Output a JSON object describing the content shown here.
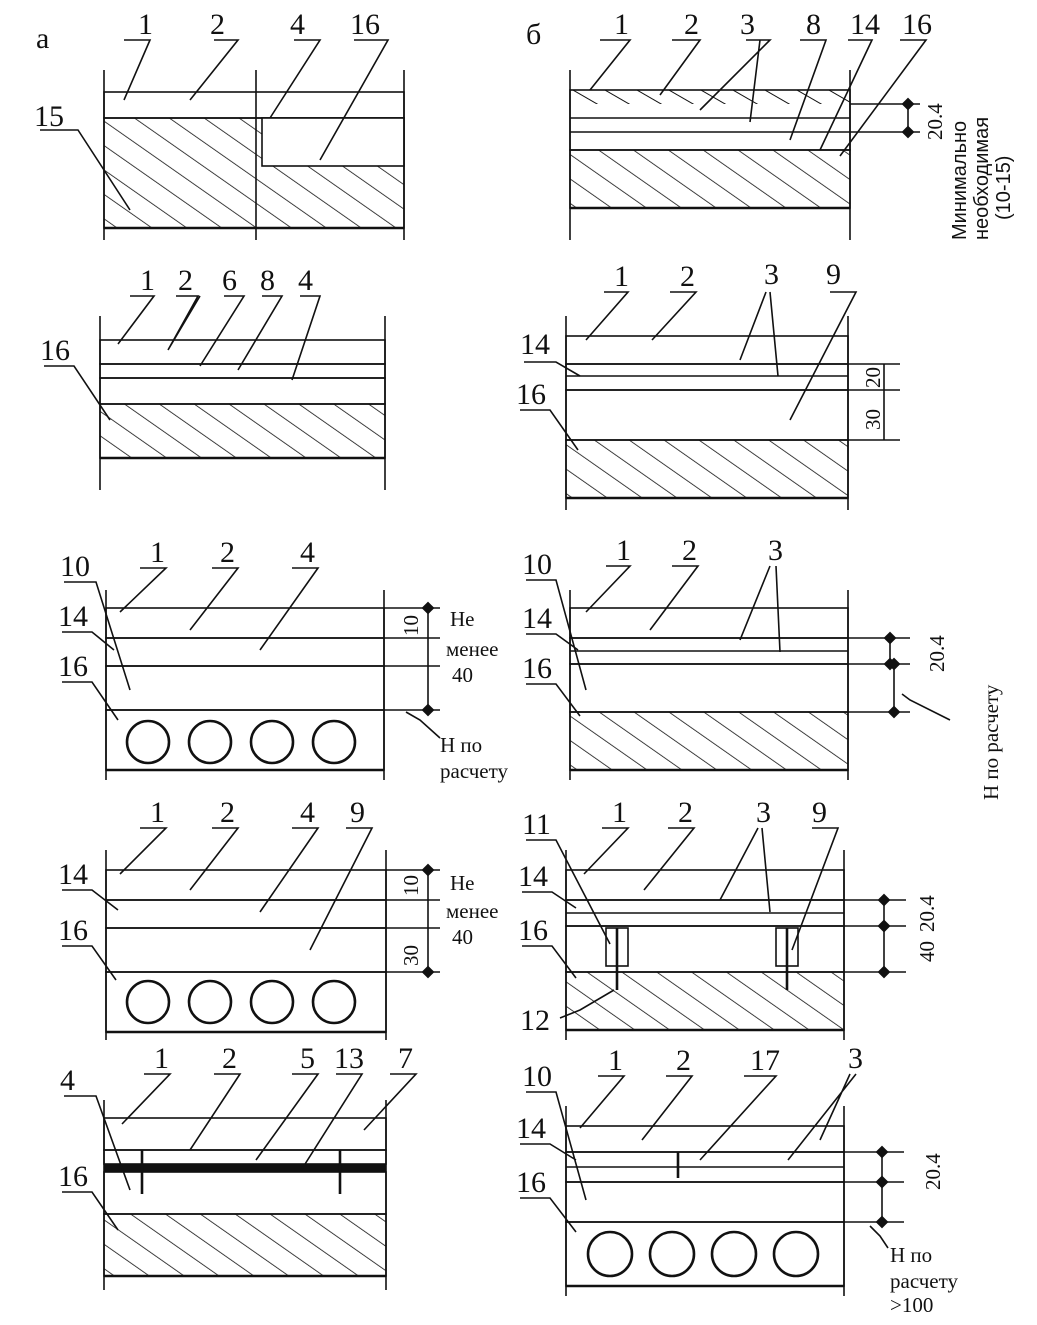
{
  "panels": [
    {
      "id": "a",
      "title": "а",
      "labels": [
        "1",
        "2",
        "4",
        "16",
        "15"
      ]
    },
    {
      "id": "b",
      "title": "б",
      "labels": [
        "1",
        "2",
        "3",
        "8",
        "14",
        "16"
      ],
      "dims": [
        "20.4"
      ],
      "note": [
        "Минимально",
        "необходимая",
        "(10-15)"
      ]
    },
    {
      "id": "a2",
      "labels": [
        "1",
        "2",
        "6",
        "8",
        "4",
        "16"
      ]
    },
    {
      "id": "b2",
      "labels": [
        "1",
        "2",
        "3",
        "9",
        "14",
        "16"
      ],
      "dims": [
        "20",
        "30"
      ]
    },
    {
      "id": "a3",
      "labels": [
        "10",
        "1",
        "2",
        "4",
        "14",
        "16"
      ],
      "dims": [
        "10"
      ],
      "note": [
        "Не",
        "менее",
        "40",
        "Н по",
        "расчету"
      ]
    },
    {
      "id": "b3",
      "labels": [
        "10",
        "1",
        "2",
        "3",
        "14",
        "16"
      ],
      "dims": [
        "20.4"
      ],
      "note": [
        "Н  по  расчету"
      ]
    },
    {
      "id": "a4",
      "labels": [
        "1",
        "2",
        "4",
        "9",
        "14",
        "16"
      ],
      "dims": [
        "10",
        "30"
      ],
      "note": [
        "Не",
        "менее",
        "40"
      ]
    },
    {
      "id": "b4",
      "labels": [
        "11",
        "1",
        "2",
        "3",
        "9",
        "14",
        "16",
        "12"
      ],
      "dims": [
        "20.4",
        "40"
      ]
    },
    {
      "id": "a5",
      "labels": [
        "4",
        "1",
        "2",
        "5",
        "13",
        "7",
        "16"
      ]
    },
    {
      "id": "b5",
      "labels": [
        "10",
        "1",
        "2",
        "17",
        "3",
        "14",
        "16"
      ],
      "dims": [
        "20.4"
      ],
      "note": [
        "Н по",
        "расчету",
        ">100"
      ]
    }
  ]
}
